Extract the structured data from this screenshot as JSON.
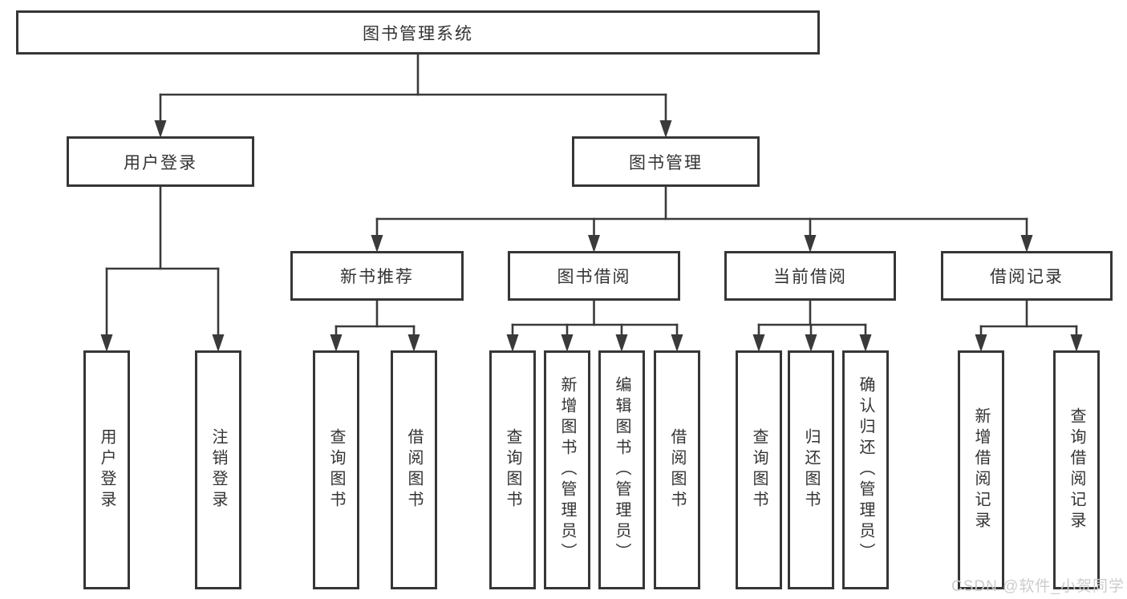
{
  "diagram": {
    "title": "图书管理系统",
    "watermark": "CSDN @软件_小贺同学",
    "colors": {
      "line": "#3a3a3a",
      "box_border": "#363636",
      "text": "#333333",
      "watermark": "#cccccc",
      "background": "#ffffff"
    },
    "nodes": [
      {
        "id": "root",
        "label": "图书管理系统"
      },
      {
        "id": "user-login",
        "label": "用户登录"
      },
      {
        "id": "book-mgmt",
        "label": "图书管理"
      },
      {
        "id": "new-book-rec",
        "label": "新书推荐"
      },
      {
        "id": "book-borrow",
        "label": "图书借阅"
      },
      {
        "id": "current-borrow",
        "label": "当前借阅"
      },
      {
        "id": "borrow-record",
        "label": "借阅记录"
      },
      {
        "id": "login-leaf",
        "label": "用户登录"
      },
      {
        "id": "logout-leaf",
        "label": "注销登录"
      },
      {
        "id": "rec-query",
        "label": "查询图书"
      },
      {
        "id": "rec-borrow",
        "label": "借阅图书"
      },
      {
        "id": "borrow-query",
        "label": "查询图书"
      },
      {
        "id": "borrow-add",
        "label": "新增图书（管理员）"
      },
      {
        "id": "borrow-edit",
        "label": "编辑图书（管理员）"
      },
      {
        "id": "borrow-borrow",
        "label": "借阅图书"
      },
      {
        "id": "cur-query",
        "label": "查询图书"
      },
      {
        "id": "cur-return",
        "label": "归还图书"
      },
      {
        "id": "cur-confirm",
        "label": "确认归还（管理员）"
      },
      {
        "id": "record-add",
        "label": "新增借阅记录"
      },
      {
        "id": "record-query",
        "label": "查询借阅记录"
      }
    ],
    "edges": [
      {
        "from": "root",
        "to": [
          "user-login",
          "book-mgmt"
        ]
      },
      {
        "from": "user-login",
        "to": [
          "login-leaf",
          "logout-leaf"
        ]
      },
      {
        "from": "book-mgmt",
        "to": [
          "new-book-rec",
          "book-borrow",
          "current-borrow",
          "borrow-record"
        ]
      },
      {
        "from": "new-book-rec",
        "to": [
          "rec-query",
          "rec-borrow"
        ]
      },
      {
        "from": "book-borrow",
        "to": [
          "borrow-query",
          "borrow-add",
          "borrow-edit",
          "borrow-borrow"
        ]
      },
      {
        "from": "current-borrow",
        "to": [
          "cur-query",
          "cur-return",
          "cur-confirm"
        ]
      },
      {
        "from": "borrow-record",
        "to": [
          "record-add",
          "record-query"
        ]
      }
    ]
  }
}
